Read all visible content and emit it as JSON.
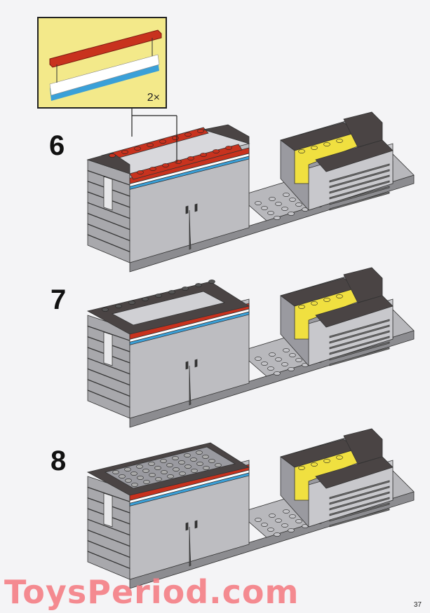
{
  "steps": [
    {
      "number": "6",
      "roof": "open"
    },
    {
      "number": "7",
      "roof": "frame"
    },
    {
      "number": "8",
      "roof": "closed"
    }
  ],
  "callout": {
    "quantity": "2×"
  },
  "watermark": "ToysPeriod.com",
  "page_number": "37",
  "colors": {
    "red": "#c8321e",
    "blue": "#3aa0d8",
    "yellow": "#f0e040",
    "dark": "#4a4444",
    "gray": "#b8b8bc",
    "callout_bg": "#f3e98a"
  }
}
